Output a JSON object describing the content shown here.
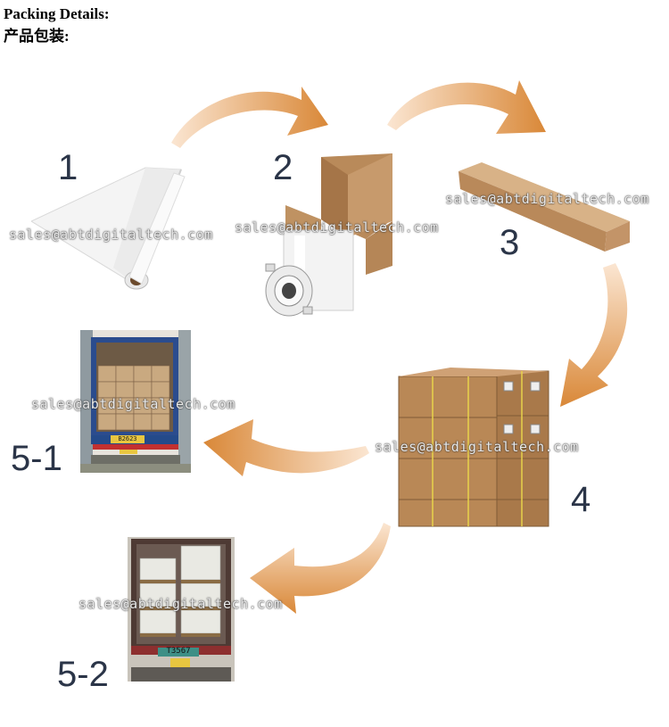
{
  "header": {
    "title_en": "Packing Details:",
    "title_zh": "产品包装:"
  },
  "steps": [
    {
      "id": "1",
      "label": "1"
    },
    {
      "id": "2",
      "label": "2"
    },
    {
      "id": "3",
      "label": "3"
    },
    {
      "id": "4",
      "label": "4"
    },
    {
      "id": "5-1",
      "label": "5-1"
    },
    {
      "id": "5-2",
      "label": "5-2"
    }
  ],
  "watermark": "sales@abtdigitaltech.com",
  "truck_plates": {
    "truck_5_1": "B2623",
    "truck_5_2": "T3567"
  },
  "colors": {
    "arrow": "#d88a45",
    "cardboard": "#b8875a",
    "label_text": "#2b3548"
  }
}
